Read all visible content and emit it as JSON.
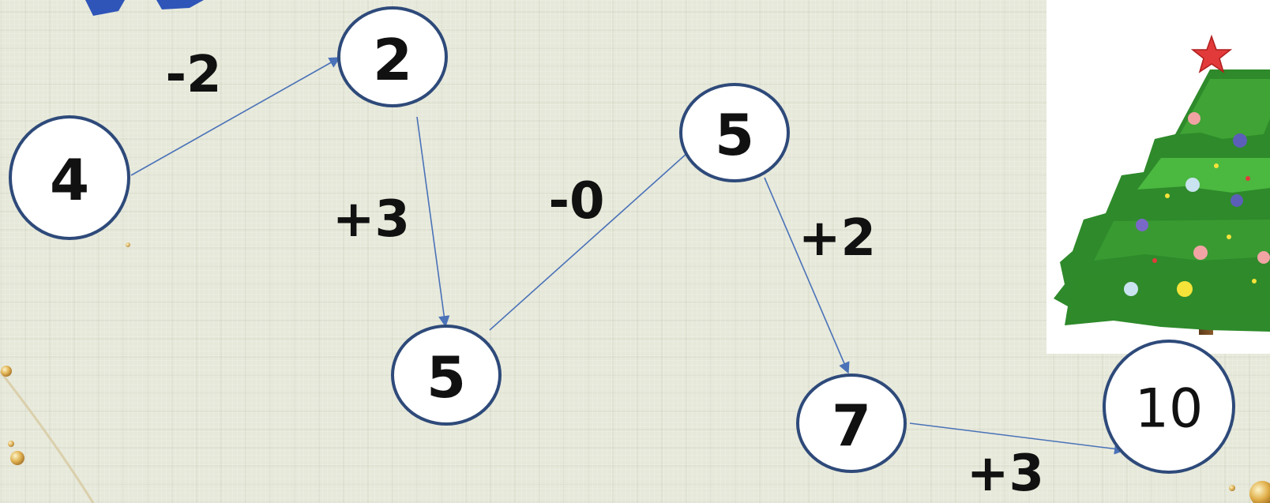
{
  "nodes": [
    {
      "id": "n1",
      "label": "4"
    },
    {
      "id": "n2",
      "label": "2"
    },
    {
      "id": "n3",
      "label": "5"
    },
    {
      "id": "n4",
      "label": "5"
    },
    {
      "id": "n5",
      "label": "7"
    },
    {
      "id": "n6",
      "label": "10"
    }
  ],
  "edges": [
    {
      "from": "n1",
      "to": "n2",
      "label": "-2"
    },
    {
      "from": "n2",
      "to": "n3",
      "label": "+3"
    },
    {
      "from": "n3",
      "to": "n4",
      "label": "-0"
    },
    {
      "from": "n4",
      "to": "n5",
      "label": "+2"
    },
    {
      "from": "n5",
      "to": "n6",
      "label": "+3"
    }
  ],
  "colors": {
    "node_border": "#2e4a7a",
    "edge": "#4a72b8",
    "text": "#111111",
    "background": "#e6e8d9"
  },
  "decorations": {
    "image": "christmas-tree",
    "corner_ornaments": "gold-bubbles",
    "top_left_graphic": "blue-shape"
  }
}
